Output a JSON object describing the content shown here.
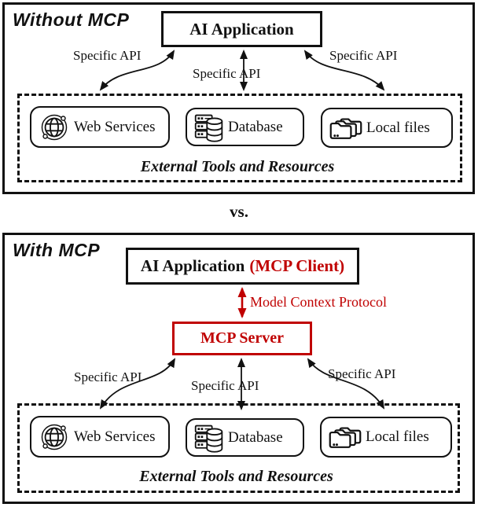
{
  "divider_label": "vs.",
  "colors": {
    "red_accent": "#c00000",
    "ink": "#111111"
  },
  "icons": {
    "web_services": "globe-network-icon",
    "database": "server-database-icon",
    "local_files": "folder-stack-icon"
  },
  "without_mcp": {
    "panel_title": "Without MCP",
    "app_box_label": "AI Application",
    "api_label_left": "Specific API",
    "api_label_middle": "Specific API",
    "api_label_right": "Specific API",
    "tools_caption": "External Tools and Resources",
    "tool_web": "Web Services",
    "tool_database": "Database",
    "tool_files": "Local files"
  },
  "with_mcp": {
    "panel_title": "With MCP",
    "app_box_label_black": "AI Application",
    "app_box_label_red": "(MCP Client)",
    "protocol_arrow_label": "Model Context Protocol",
    "server_box_label": "MCP Server",
    "api_label_left": "Specific API",
    "api_label_middle": "Specific API",
    "api_label_right": "Specific API",
    "tools_caption": "External Tools and Resources",
    "tool_web": "Web Services",
    "tool_database": "Database",
    "tool_files": "Local files"
  }
}
